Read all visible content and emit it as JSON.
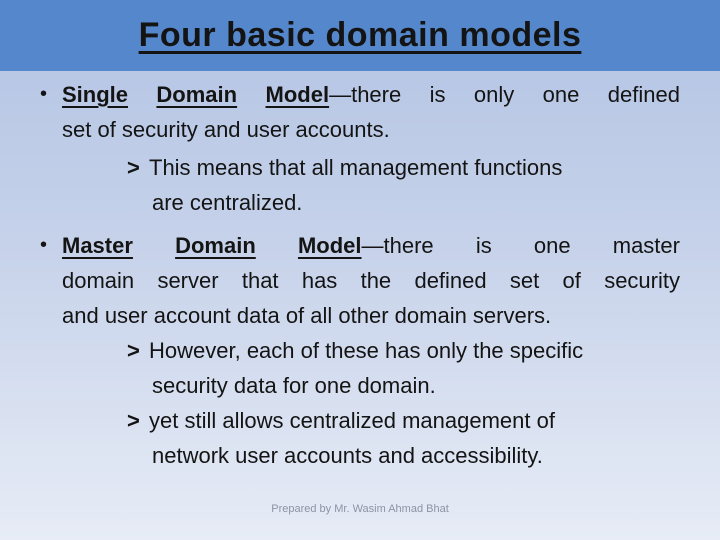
{
  "slide": {
    "title": "Four basic domain models",
    "footer": "Prepared by Mr. Wasim Ahmad Bhat",
    "bullet_marker": "•",
    "sub_marker": ">",
    "colors": {
      "header_bg": "#5587cc",
      "body_top": "#b2c3e3",
      "body_bottom": "#e7ecf6",
      "text": "#141414",
      "footer_text": "#8b94a2"
    },
    "bullets": [
      {
        "lead_words": [
          "Single",
          "Domain",
          "Model"
        ],
        "line1_rest": "—there is only one defined",
        "lines": [
          "set of security and user accounts."
        ],
        "subs": [
          {
            "lines": [
              "This means that all management functions",
              "are centralized."
            ]
          }
        ]
      },
      {
        "lead_words": [
          "Master",
          "Domain",
          "Model"
        ],
        "line1_rest": "—there is one master",
        "lines": [
          "domain server that has the defined set of security",
          "and user account data of all other domain servers."
        ],
        "subs": [
          {
            "lines": [
              "However, each of these has only the specific",
              "security data for one domain."
            ]
          },
          {
            "lines": [
              "yet still allows centralized management of",
              "network user accounts and accessibility."
            ]
          }
        ]
      }
    ]
  }
}
